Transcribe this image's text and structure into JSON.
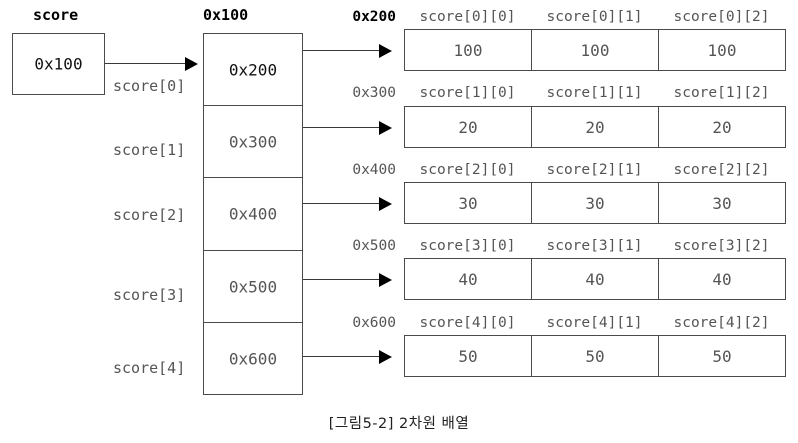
{
  "diagram": {
    "caption": "[그림5-2] 2차원 배열",
    "variable": {
      "header": "score",
      "value": "0x100"
    },
    "row_pointer_array": {
      "header": "0x100",
      "cells": [
        {
          "value": "0x200",
          "label": "score[0]"
        },
        {
          "value": "0x300",
          "label": "score[1]"
        },
        {
          "value": "0x400",
          "label": "score[2]"
        },
        {
          "value": "0x500",
          "label": "score[3]"
        },
        {
          "value": "0x600",
          "label": "score[4]"
        }
      ]
    },
    "data_rows": [
      {
        "address": "0x200",
        "headers": [
          "score[0][0]",
          "score[0][1]",
          "score[0][2]"
        ],
        "values": [
          "100",
          "100",
          "100"
        ]
      },
      {
        "address": "0x300",
        "headers": [
          "score[1][0]",
          "score[1][1]",
          "score[1][2]"
        ],
        "values": [
          "20",
          "20",
          "20"
        ]
      },
      {
        "address": "0x400",
        "headers": [
          "score[2][0]",
          "score[2][1]",
          "score[2][2]"
        ],
        "values": [
          "30",
          "30",
          "30"
        ]
      },
      {
        "address": "0x500",
        "headers": [
          "score[3][0]",
          "score[3][1]",
          "score[3][2]"
        ],
        "values": [
          "40",
          "40",
          "40"
        ]
      },
      {
        "address": "0x600",
        "headers": [
          "score[4][0]",
          "score[4][1]",
          "score[4][2]"
        ],
        "values": [
          "50",
          "50",
          "50"
        ]
      }
    ],
    "colors": {
      "stroke": "#4a4a4a",
      "text": "#555555",
      "emphasis": "#000000",
      "background": "#ffffff"
    }
  }
}
